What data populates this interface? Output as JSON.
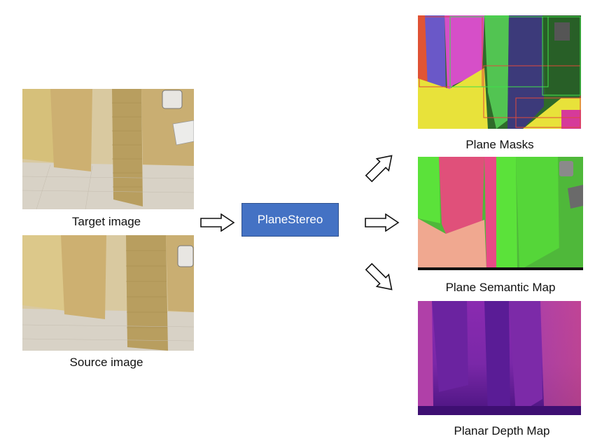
{
  "inputs": {
    "target": {
      "label": "Target image"
    },
    "source": {
      "label": "Source image"
    }
  },
  "process": {
    "label": "PlaneStereo"
  },
  "outputs": {
    "masks": {
      "label": "Plane Masks"
    },
    "semantic": {
      "label": "Plane Semantic Map"
    },
    "depth": {
      "label": "Planar Depth Map"
    }
  },
  "colors": {
    "process_fill": "#4472c4",
    "wall_tan": "#c8aa6a",
    "mask_yellow": "#e8e23a",
    "mask_magenta": "#d64fc8",
    "mask_green": "#52c452",
    "mask_navy": "#3c3a7a",
    "semantic_green": "#5be23a",
    "semantic_pink": "#e0507a",
    "semantic_floor": "#f0a890",
    "depth_purple": "#6b23a0"
  }
}
